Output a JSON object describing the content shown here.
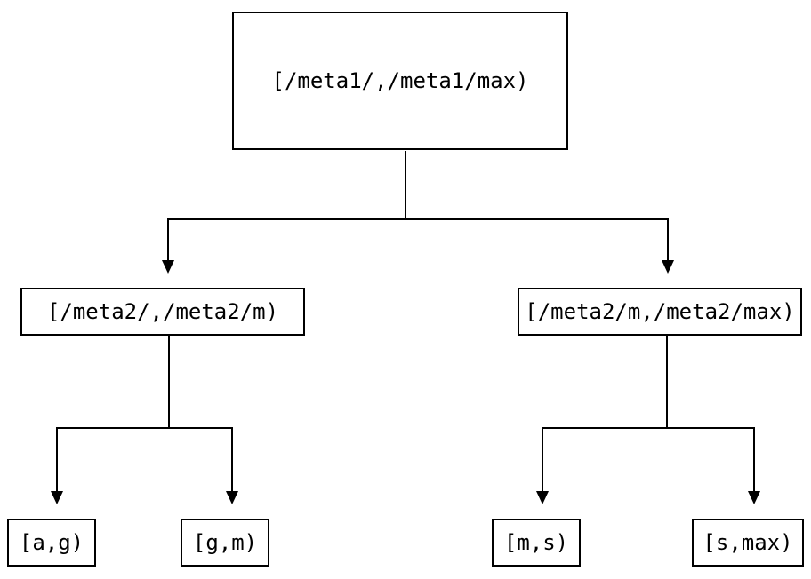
{
  "diagram": {
    "type": "tree",
    "description": "Binary partition tree of key ranges",
    "root": {
      "label": "[/meta1/,/meta1/max)"
    },
    "level2": [
      {
        "id": "meta2-left",
        "label": "[/meta2/,/meta2/m)",
        "parent": "root"
      },
      {
        "id": "meta2-right",
        "label": "[/meta2/m,/meta2/max)",
        "parent": "root"
      }
    ],
    "leaves": [
      {
        "id": "leaf-a-g",
        "label": "[a,g)",
        "parent": "meta2-left"
      },
      {
        "id": "leaf-g-m",
        "label": "[g,m)",
        "parent": "meta2-left"
      },
      {
        "id": "leaf-m-s",
        "label": "[m,s)",
        "parent": "meta2-right"
      },
      {
        "id": "leaf-s-max",
        "label": "[s,max)",
        "parent": "meta2-right"
      }
    ],
    "colors": {
      "line": "#000000",
      "box_border": "#000000",
      "box_background": "#ffffff",
      "text": "#000000",
      "page_background": "#ffffff"
    }
  }
}
